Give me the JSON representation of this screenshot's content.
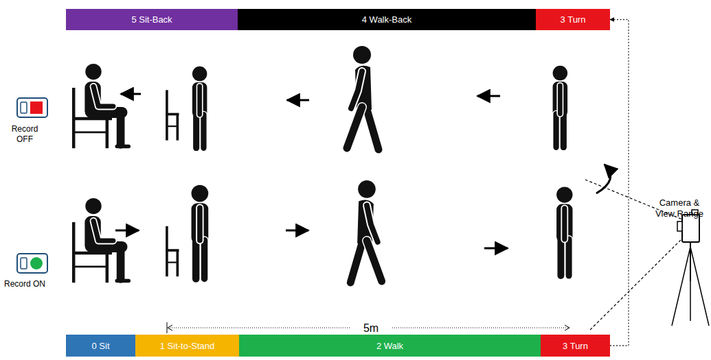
{
  "diagram": {
    "nodes": [
      {
        "text": [
          "5 Sit-Back"
        ]
      },
      {
        "text": [
          "4 Walk-Back"
        ]
      },
      {
        "text": [
          "3 Turn"
        ]
      },
      {
        "text": [
          "0 Sit"
        ]
      },
      {
        "text": [
          "1 Sit-to-Stand"
        ]
      },
      {
        "text": [
          "2 Walk"
        ]
      },
      {
        "text": [
          "3 Turn"
        ]
      }
    ],
    "edges": [
      {
        "from": 6,
        "to": 2,
        "arrow": "to"
      }
    ],
    "labels": [
      "Record OFF",
      "Record ON",
      "5m",
      "Camera & View Range"
    ]
  }
}
